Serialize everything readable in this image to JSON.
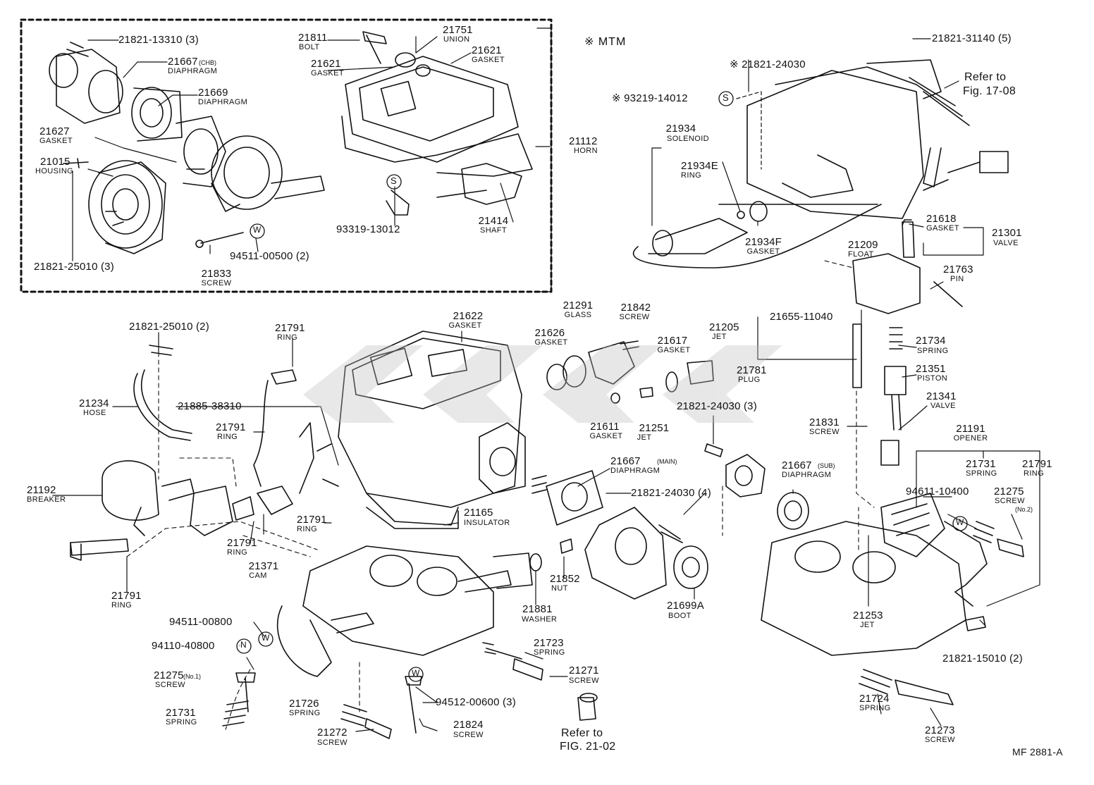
{
  "diagram": {
    "code": "MF 2881-A",
    "mtm_mark": "※  MTM",
    "references": {
      "fig_1708_line1": "Refer to",
      "fig_1708_line2": "Fig. 17-08",
      "fig_2102_line1": "Refer to",
      "fig_2102_line2": "FIG. 21-02"
    },
    "parts": [
      {
        "pn": "21821-13310 (3)"
      },
      {
        "pn": "21667",
        "sub": "(CHB)",
        "name": "DIAPHRAGM"
      },
      {
        "pn": "21669",
        "name": "DIAPHRAGM"
      },
      {
        "pn": "21627",
        "name": "GASKET"
      },
      {
        "pn": "21015",
        "name": "HOUSING"
      },
      {
        "pn": "21821-25010 (3)"
      },
      {
        "pn": "21833",
        "name": "SCREW"
      },
      {
        "pn": "94511-00500 (2)"
      },
      {
        "pn": "21811",
        "name": "BOLT"
      },
      {
        "pn": "21751",
        "name": "UNION"
      },
      {
        "pn": "21621",
        "name": "GASKET"
      },
      {
        "pn": "21621",
        "name": "GASKET"
      },
      {
        "pn": "21112",
        "name": "HORN"
      },
      {
        "pn": "93319-13012"
      },
      {
        "pn": "21414",
        "name": "SHAFT"
      },
      {
        "pn": "21821-31140 (5)"
      },
      {
        "pn": "※ 21821-24030"
      },
      {
        "pn": "※ 93219-14012"
      },
      {
        "pn": "21934",
        "name": "SOLENOID"
      },
      {
        "pn": "21934E",
        "name": "RING"
      },
      {
        "pn": "21934F",
        "name": "GASKET"
      },
      {
        "pn": "21618",
        "name": "GASKET"
      },
      {
        "pn": "21301",
        "name": "VALVE"
      },
      {
        "pn": "21209",
        "name": "FLOAT"
      },
      {
        "pn": "21763",
        "name": "PIN"
      },
      {
        "pn": "21821-25010 (2)"
      },
      {
        "pn": "21791",
        "name": "RING"
      },
      {
        "pn": "21234",
        "name": "HOSE"
      },
      {
        "pn": "21885-38310"
      },
      {
        "pn": "21791",
        "name": "RING"
      },
      {
        "pn": "21192",
        "name": "BREAKER"
      },
      {
        "pn": "21791",
        "name": "RING"
      },
      {
        "pn": "21791",
        "name": "RING"
      },
      {
        "pn": "21371",
        "name": "CAM"
      },
      {
        "pn": "21791",
        "name": "RING"
      },
      {
        "pn": "21622",
        "name": "GASKET"
      },
      {
        "pn": "21291",
        "name": "GLASS"
      },
      {
        "pn": "21842",
        "name": "SCREW"
      },
      {
        "pn": "21626",
        "name": "GASKET"
      },
      {
        "pn": "21617",
        "name": "GASKET"
      },
      {
        "pn": "21611",
        "name": "GASKET"
      },
      {
        "pn": "21251",
        "name": "JET"
      },
      {
        "pn": "21781",
        "name": "PLUG"
      },
      {
        "pn": "21205",
        "name": "JET"
      },
      {
        "pn": "21655-11040"
      },
      {
        "pn": "21734",
        "name": "SPRING"
      },
      {
        "pn": "21351",
        "name": "PISTON"
      },
      {
        "pn": "21341",
        "name": "VALVE"
      },
      {
        "pn": "21831",
        "name": "SCREW"
      },
      {
        "pn": "21821-24030 (3)"
      },
      {
        "pn": "21667",
        "sub": "(MAIN)",
        "name": "DIAPHRAGM"
      },
      {
        "pn": "21165",
        "name": "INSULATOR"
      },
      {
        "pn": "21821-24030 (4)"
      },
      {
        "pn": "21667",
        "sub": "(SUB)",
        "name": "DIAPHRAGM"
      },
      {
        "pn": "21191",
        "name": "OPENER"
      },
      {
        "pn": "21731",
        "name": "SPRING"
      },
      {
        "pn": "21791",
        "name": "RING"
      },
      {
        "pn": "94611-10400"
      },
      {
        "pn": "21275",
        "name": "SCREW",
        "sub2": "(No.2)"
      },
      {
        "pn": "21852",
        "name": "NUT"
      },
      {
        "pn": "21881",
        "name": "WASHER"
      },
      {
        "pn": "21699A",
        "name": "BOOT"
      },
      {
        "pn": "21253",
        "name": "JET"
      },
      {
        "pn": "21821-15010 (2)"
      },
      {
        "pn": "94511-00800"
      },
      {
        "pn": "94110-40800"
      },
      {
        "pn": "21275",
        "sub": "(No.1)",
        "name": "SCREW"
      },
      {
        "pn": "21731",
        "name": "SPRING"
      },
      {
        "pn": "21726",
        "name": "SPRING"
      },
      {
        "pn": "21272",
        "name": "SCREW"
      },
      {
        "pn": "21723",
        "name": "SPRING"
      },
      {
        "pn": "21271",
        "name": "SCREW"
      },
      {
        "pn": "94512-00600 (3)"
      },
      {
        "pn": "21824",
        "name": "SCREW"
      },
      {
        "pn": "21724",
        "name": "SPRING"
      },
      {
        "pn": "21273",
        "name": "SCREW"
      }
    ],
    "markers": {
      "s": "S",
      "w": "W",
      "n": "N"
    }
  }
}
